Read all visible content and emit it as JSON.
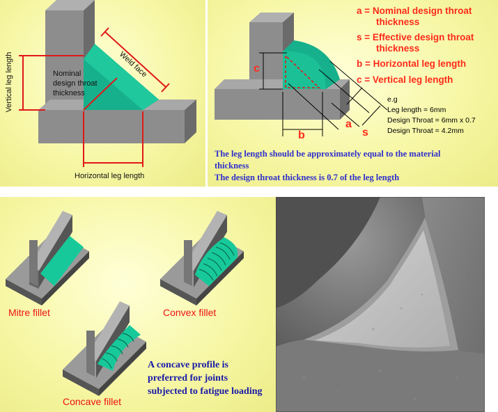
{
  "colors": {
    "weld": "#17b08c",
    "red": "#ff2a1a",
    "blue": "#3030cc",
    "navy": "#1a1aa8",
    "steel": "#8a8a8a"
  },
  "panel1": {
    "vertical_leg_length": "Vertical leg length",
    "horizontal_leg_length": "Horizontal leg length",
    "weld_face": "Weld face",
    "nominal_line1": "Nominal",
    "nominal_line2": "design throat",
    "nominal_line3": "thickness"
  },
  "panel2": {
    "def_a_1": "a = Nominal design throat",
    "def_a_2": "thickness",
    "def_s_1": "s = Effective design throat",
    "def_s_2": "thickness",
    "def_b": "b = Horizontal leg length",
    "def_c": "c = Vertical leg length",
    "marker_a": "a",
    "marker_s": "s",
    "marker_b": "b",
    "marker_c": "c",
    "eg_title": "e.g",
    "eg_leg": "Leg length = 6mm",
    "eg_design": "Design Throat = 6mm x 0.7",
    "eg_result": "Design Throat = 4.2mm",
    "note_1": "The leg length should be approximately equal to the material",
    "note_2": "thickness",
    "note_3": "The design throat thickness is 0.7 of the leg length"
  },
  "panel3": {
    "mitre": "Mitre fillet",
    "convex": "Convex fillet",
    "concave": "Concave fillet",
    "note_1": "A concave profile is",
    "note_2": "preferred for joints",
    "note_3": "subjected to fatigue loading"
  }
}
